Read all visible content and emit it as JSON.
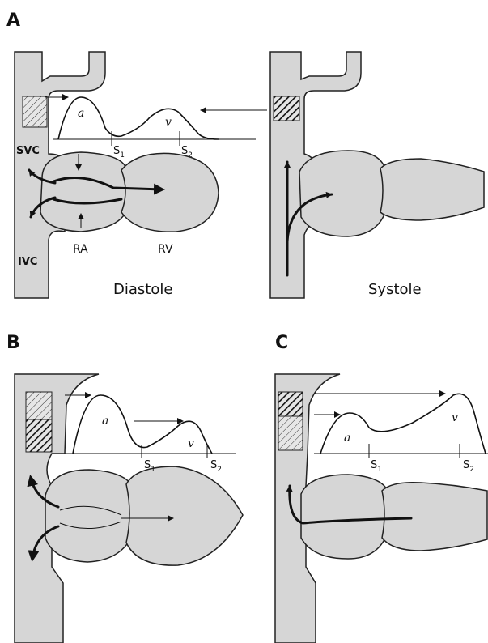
{
  "panels": {
    "A": {
      "letter": "A",
      "svc_label": "SVC",
      "ivc_label": "IVC",
      "ra_label": "RA",
      "rv_label": "RV",
      "diastole_caption": "Diastole",
      "systole_caption": "Systole",
      "wave_a": "a",
      "wave_v": "v",
      "s1": "S",
      "s1_sub": "1",
      "s2": "S",
      "s2_sub": "2"
    },
    "B": {
      "letter": "B",
      "wave_a": "a",
      "wave_v": "v",
      "s1": "S",
      "s1_sub": "1",
      "s2": "S",
      "s2_sub": "2"
    },
    "C": {
      "letter": "C",
      "wave_a": "a",
      "wave_v": "v",
      "s1": "S",
      "s1_sub": "1",
      "s2": "S",
      "s2_sub": "2"
    }
  },
  "colors": {
    "tissue": "#d6d6d6",
    "outline": "#222222",
    "background": "#ffffff"
  }
}
